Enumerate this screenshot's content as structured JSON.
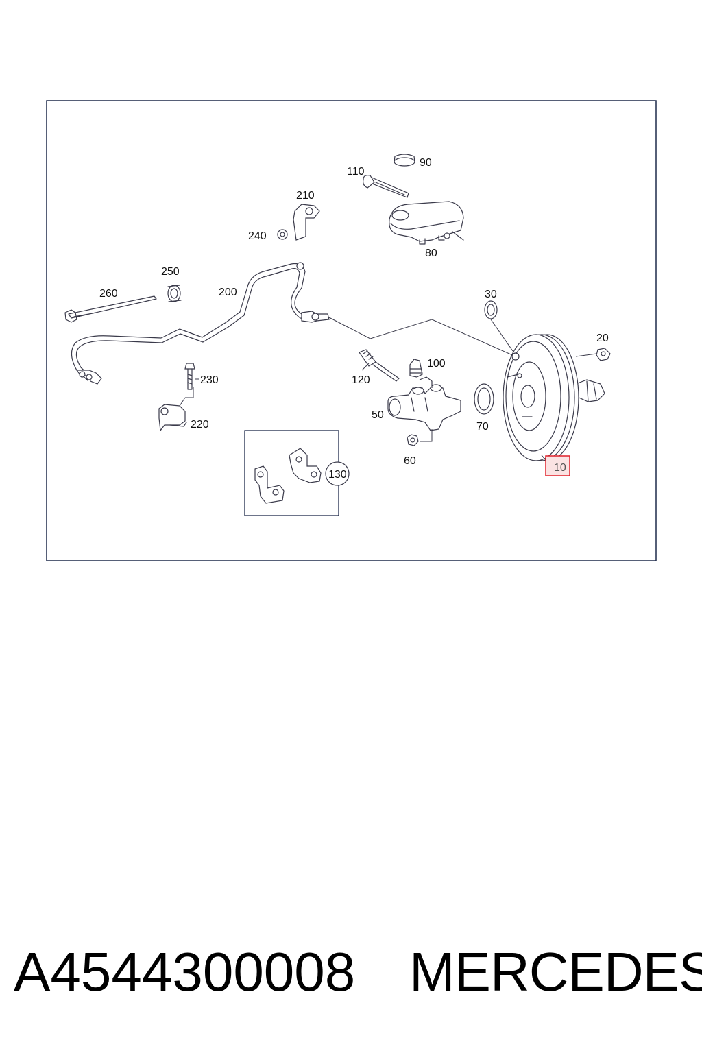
{
  "diagram": {
    "callouts": {
      "c10": "10",
      "c20": "20",
      "c30": "30",
      "c50": "50",
      "c60": "60",
      "c70": "70",
      "c80": "80",
      "c90": "90",
      "c100": "100",
      "c110": "110",
      "c120": "120",
      "c130": "130",
      "c200": "200",
      "c210": "210",
      "c220": "220",
      "c230": "230",
      "c240": "240",
      "c250": "250",
      "c260": "260"
    },
    "highlighted_callout": "10",
    "colors": {
      "highlight_border": "#e0202a",
      "highlight_fill": "#fbe3e3",
      "frame_border": "#1e2a4a",
      "line": "#3a3a4a"
    }
  },
  "footer": {
    "part_number": "A4544300008",
    "brand": "MERCEDES"
  }
}
